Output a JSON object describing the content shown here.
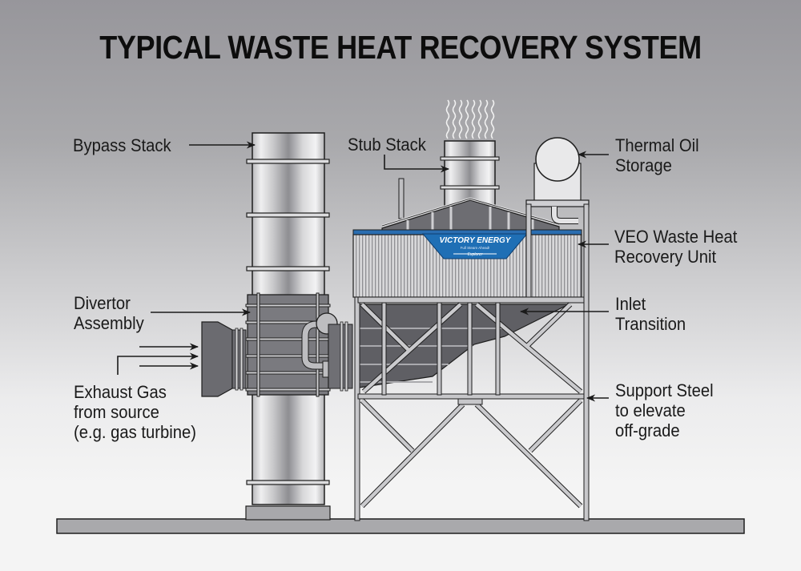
{
  "title": "TYPICAL WASTE HEAT RECOVERY SYSTEM",
  "labels": {
    "bypass_stack": "Bypass Stack",
    "stub_stack": "Stub Stack",
    "thermal_oil_storage": "Thermal Oil\nStorage",
    "veo_unit": "VEO Waste Heat\nRecovery Unit",
    "divertor_assembly": "Divertor\nAssembly",
    "inlet_transition": "Inlet\nTransition",
    "exhaust_gas": "Exhaust Gas\nfrom source\n(e.g. gas turbine)",
    "support_steel": "Support Steel\nto elevate\noff-grade"
  },
  "logo": {
    "brand": "VICTORY ENERGY",
    "tagline": "Full Steam Ahead!",
    "sub": "Explorer"
  },
  "colors": {
    "logo_blue": "#1f6fb5",
    "roof_blue": "#2a6db0"
  }
}
